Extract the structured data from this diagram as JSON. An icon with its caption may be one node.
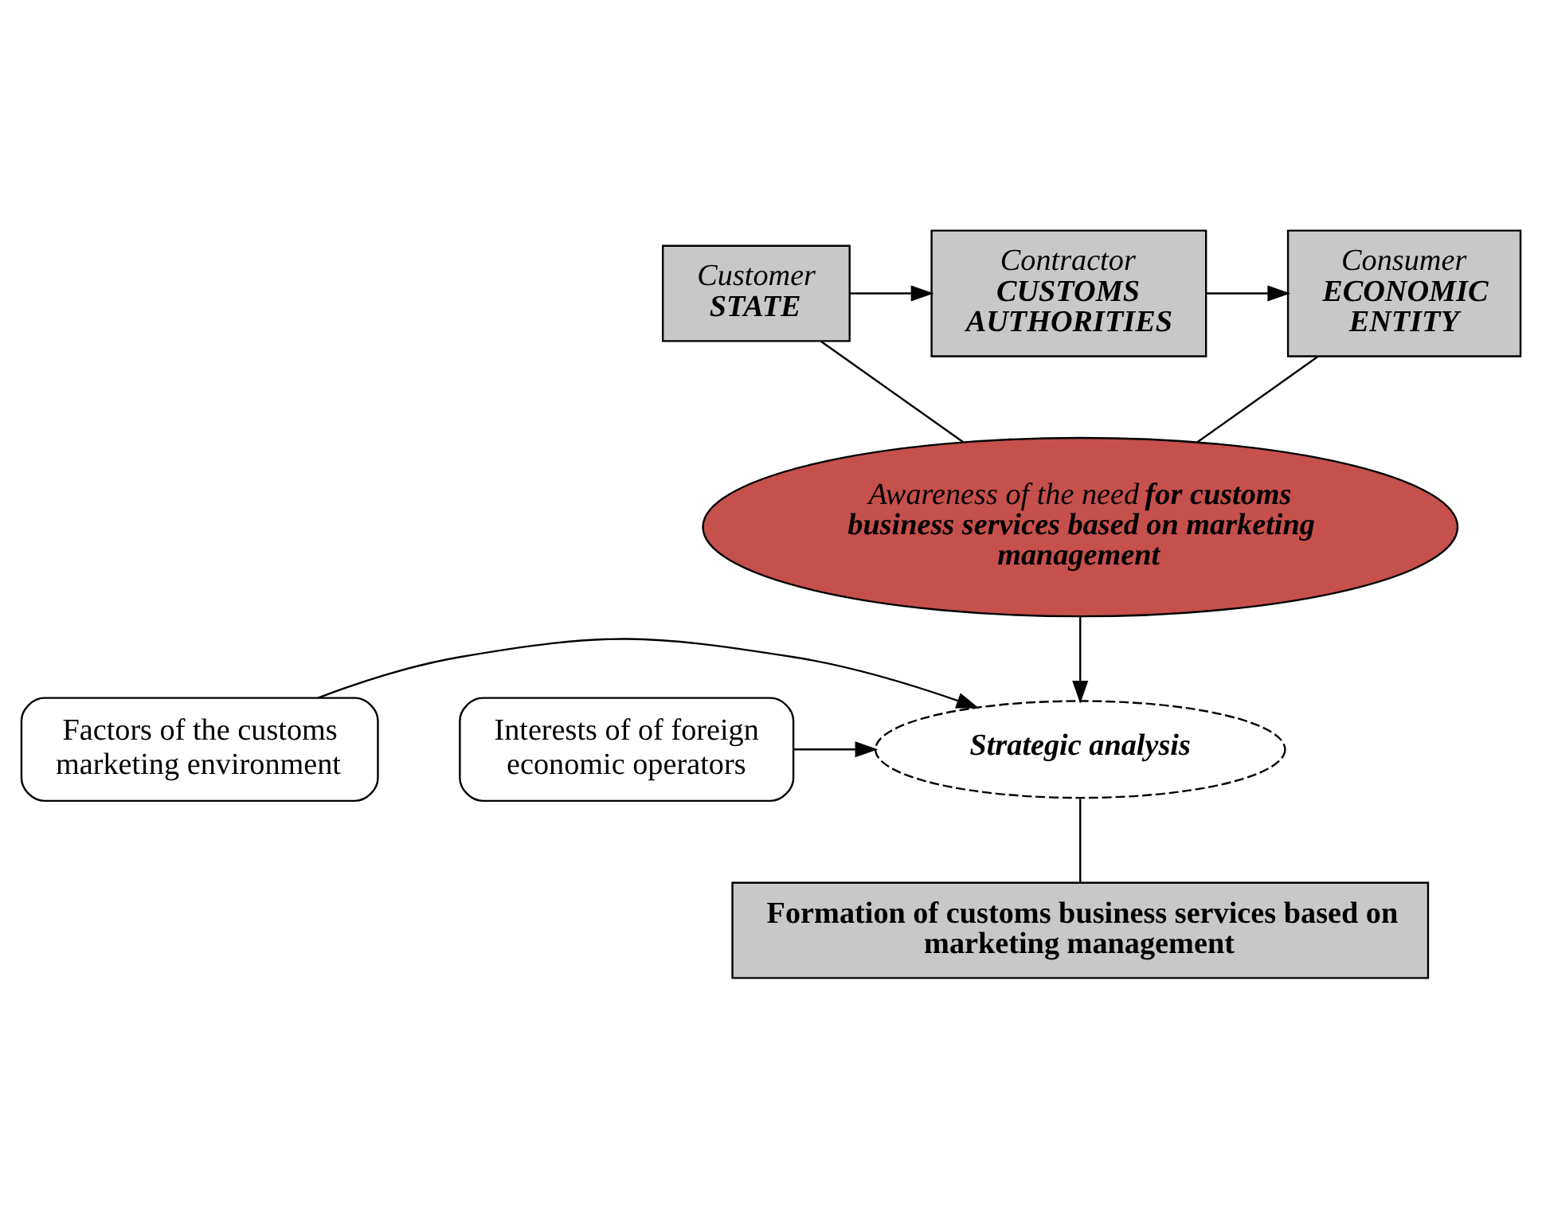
{
  "diagram": {
    "nodes": [
      {
        "text": [
          "Customer",
          "STATE"
        ]
      },
      {
        "text": [
          "Contractor",
          "CUSTOMS AUTHORITIES"
        ]
      },
      {
        "text": [
          "Consumer",
          "ECONOMIC ENTITY"
        ]
      },
      {
        "text": [
          "Awareness of the need **for customs business services based on marketing management**"
        ]
      },
      {
        "text": [
          "Factors of the customs marketing environment"
        ]
      },
      {
        "text": [
          "Strategic analysis"
        ]
      },
      {
        "text": [
          "Interests of of foreign economic operators"
        ]
      },
      {
        "text": [
          "Formation of customs business services based on marketing management"
        ]
      }
    ],
    "edges": [
      {
        "from": 0,
        "to": 1,
        "arrow": "to"
      },
      {
        "from": 1,
        "to": 2,
        "arrow": "to"
      },
      {
        "from": 0,
        "to": 3,
        "arrow": "none"
      },
      {
        "from": 2,
        "to": 3,
        "arrow": "none"
      },
      {
        "from": 3,
        "to": 5,
        "arrow": "to"
      },
      {
        "from": 4,
        "to": 5,
        "arrow": "to"
      },
      {
        "from": 6,
        "to": 5,
        "arrow": "to"
      },
      {
        "from": 5,
        "to": 7,
        "arrow": "none"
      }
    ]
  }
}
